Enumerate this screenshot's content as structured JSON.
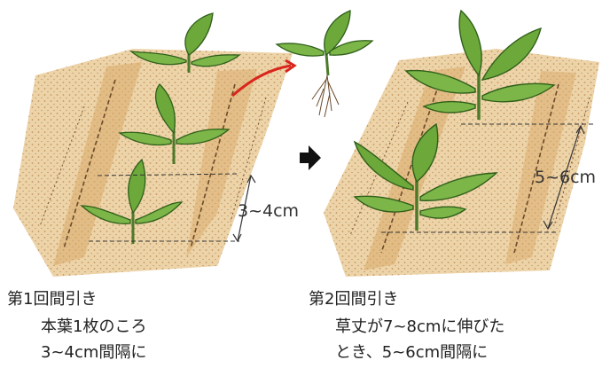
{
  "dimension_left": "3~4cm",
  "dimension_right": "5~6cm",
  "stage1": {
    "title": "第1回間引き",
    "line1": "本葉1枚のころ",
    "line2": "3~4cm間隔に"
  },
  "stage2": {
    "title": "第2回間引き",
    "line1": "草丈が7~8cmに伸びた",
    "line2": "とき、5~6cm間隔に"
  },
  "colors": {
    "soil": "#e8c99b",
    "soil_dark": "#c78d4f",
    "leaf": "#6da83a",
    "leaf_dark": "#2f5f1a",
    "arrow_red": "#d8261c"
  }
}
